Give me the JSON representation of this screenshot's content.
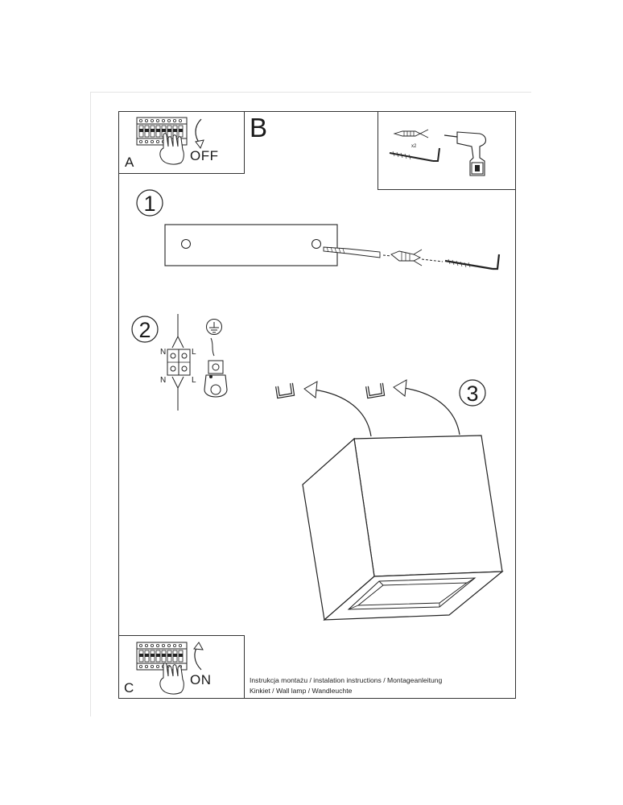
{
  "sections": {
    "a": {
      "letter": "A",
      "switch_state": "OFF"
    },
    "b": {
      "letter": "B"
    },
    "c": {
      "letter": "C",
      "switch_state": "ON"
    }
  },
  "steps": [
    "1",
    "2",
    "3"
  ],
  "tools": {
    "dowel_quantity": "x2"
  },
  "wiring": {
    "neutral": "N",
    "live": "L"
  },
  "caption": {
    "line1": "Instrukcja montażu / instalation instructions / Montageanleitung",
    "line2": "Kinkiet / Wall lamp / Wandleuchte"
  },
  "icons": [
    "circuit-breaker-icon",
    "hand-icon",
    "curved-arrow-icon",
    "drill-icon",
    "wall-plug-icon",
    "hook-screw-icon",
    "ground-symbol-icon",
    "terminal-block-icon",
    "lamp-cube-icon"
  ]
}
